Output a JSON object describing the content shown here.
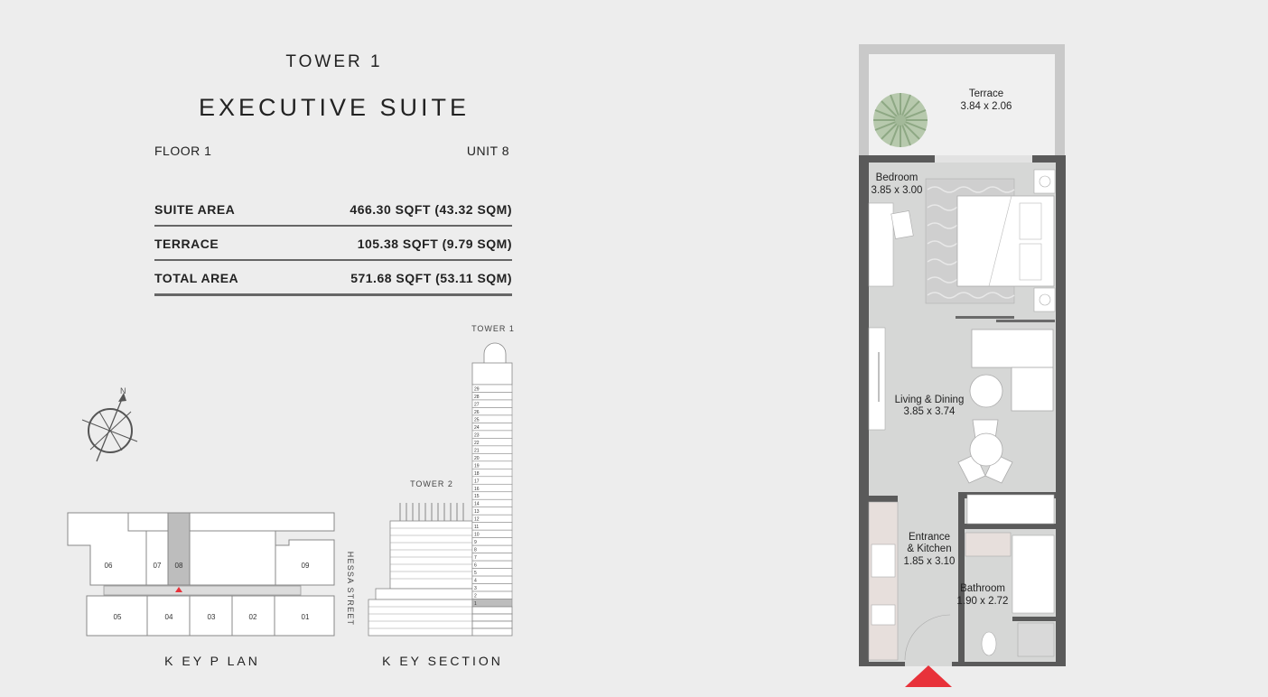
{
  "header": {
    "tower": "TOWER 1",
    "suite_type": "EXECUTIVE SUITE",
    "floor": "FLOOR 1",
    "unit": "UNIT 8"
  },
  "areas": [
    {
      "label": "SUITE AREA",
      "value": "466.30 SQFT (43.32 SQM)"
    },
    {
      "label": "TERRACE",
      "value": "105.38 SQFT (9.79 SQM)"
    },
    {
      "label": "TOTAL AREA",
      "value": "571.68 SQFT (53.11 SQM)"
    }
  ],
  "compass": {
    "north_label": "N"
  },
  "key_plan": {
    "caption": "K EY P LAN",
    "street": "HESSA STREET",
    "units_top": [
      "06",
      "07",
      "08",
      "09"
    ],
    "units_bottom": [
      "05",
      "04",
      "03",
      "02",
      "01"
    ],
    "highlighted_unit": "08"
  },
  "key_section": {
    "caption": "K EY SECTION",
    "tower1_label": "TOWER 1",
    "tower2_label": "TOWER 2",
    "floors": [
      "29",
      "28",
      "27",
      "26",
      "25",
      "24",
      "23",
      "22",
      "21",
      "20",
      "19",
      "18",
      "17",
      "16",
      "15",
      "14",
      "13",
      "12",
      "11",
      "10",
      "9",
      "8",
      "7",
      "6",
      "5",
      "4",
      "3",
      "2",
      "1"
    ],
    "highlighted_floor": "1"
  },
  "floor_plan": {
    "rooms": [
      {
        "name": "Terrace",
        "dims": "3.84 x 2.06"
      },
      {
        "name": "Bedroom",
        "dims": "3.85 x 3.00"
      },
      {
        "name": "Living & Dining",
        "dims": "3.85 x 3.74"
      },
      {
        "name": "Entrance",
        "name2": "& Kitchen",
        "dims": "1.85 x 3.10"
      },
      {
        "name": "Bathroom",
        "dims": "1.90 x 2.72"
      }
    ],
    "colors": {
      "wall": "#5a5a5a",
      "floor": "#d6d7d6",
      "entry": "#e8323a",
      "bg": "#ededed"
    }
  }
}
